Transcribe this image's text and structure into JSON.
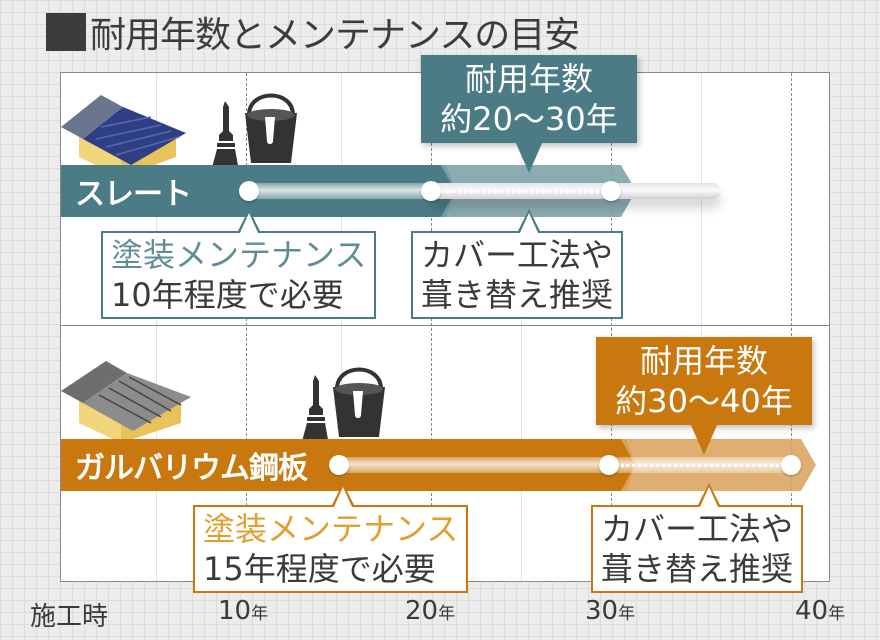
{
  "title": "耐用年数とメンテナンスの目安",
  "axis": {
    "start_label": "施工時",
    "ticks": [
      {
        "num": "10",
        "unit": "年"
      },
      {
        "num": "20",
        "unit": "年"
      },
      {
        "num": "30",
        "unit": "年"
      },
      {
        "num": "40",
        "unit": "年"
      }
    ]
  },
  "colors": {
    "slate": "#4b7b85",
    "slate_light": "#8fb1b8",
    "galvalume": "#c8780f",
    "galvalume_light": "#e0b06a",
    "text_dark": "#3a3a3a"
  },
  "sections": [
    {
      "material": "スレート",
      "icon": "slate-roof-house-icon",
      "maintenance_icon": "paintbrush-and-bucket-icon",
      "lifespan_line1": "耐用年数",
      "lifespan_line2": "約20〜30年",
      "maintenance_line1": "塗装メンテナンス",
      "maintenance_line2": "10年程度で必要",
      "end_line1": "カバー工法や",
      "end_line2": "葺き替え推奨",
      "maintenance_year": 10,
      "lifespan_range": [
        20,
        30
      ]
    },
    {
      "material": "ガルバリウム鋼板",
      "icon": "metal-roof-house-icon",
      "maintenance_icon": "paintbrush-and-bucket-icon",
      "lifespan_line1": "耐用年数",
      "lifespan_line2": "約30〜40年",
      "maintenance_line1": "塗装メンテナンス",
      "maintenance_line2": "15年程度で必要",
      "end_line1": "カバー工法や",
      "end_line2": "葺き替え推奨",
      "maintenance_year": 15,
      "lifespan_range": [
        30,
        40
      ]
    }
  ]
}
